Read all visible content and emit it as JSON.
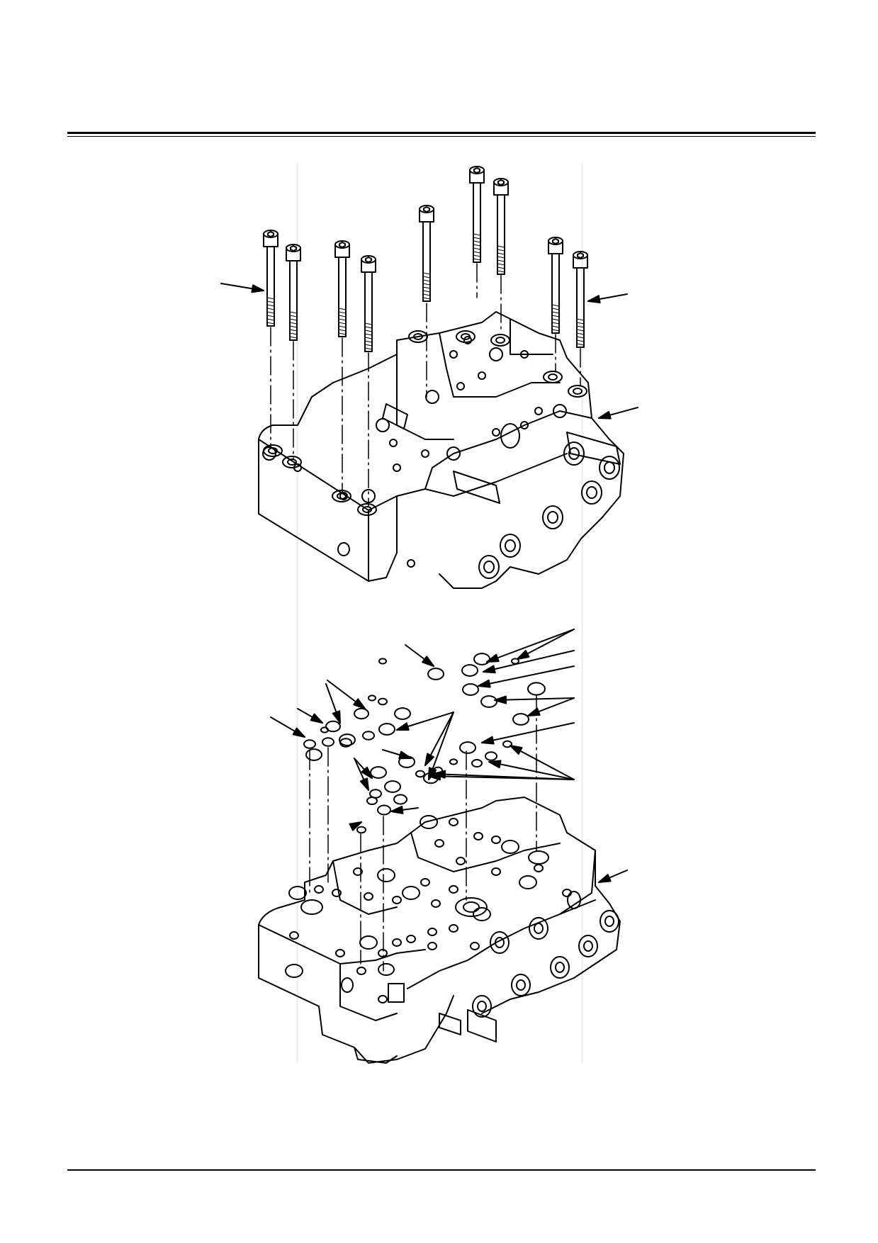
{
  "page": {
    "header_rule": "double",
    "footer_rule": "single"
  },
  "figures": [
    {
      "id": "upper",
      "icon": "control-valve-with-socket-head-bolts-icon",
      "bolt_count": 10,
      "leader_arrow_count": 3
    },
    {
      "id": "lower",
      "icon": "control-valve-with-o-rings-icon",
      "o_ring_count": 38,
      "leader_arrow_count": 16
    }
  ],
  "colors": {
    "line": "#000000",
    "paper": "#ffffff",
    "scan_shadow": "#f2f2f2"
  }
}
